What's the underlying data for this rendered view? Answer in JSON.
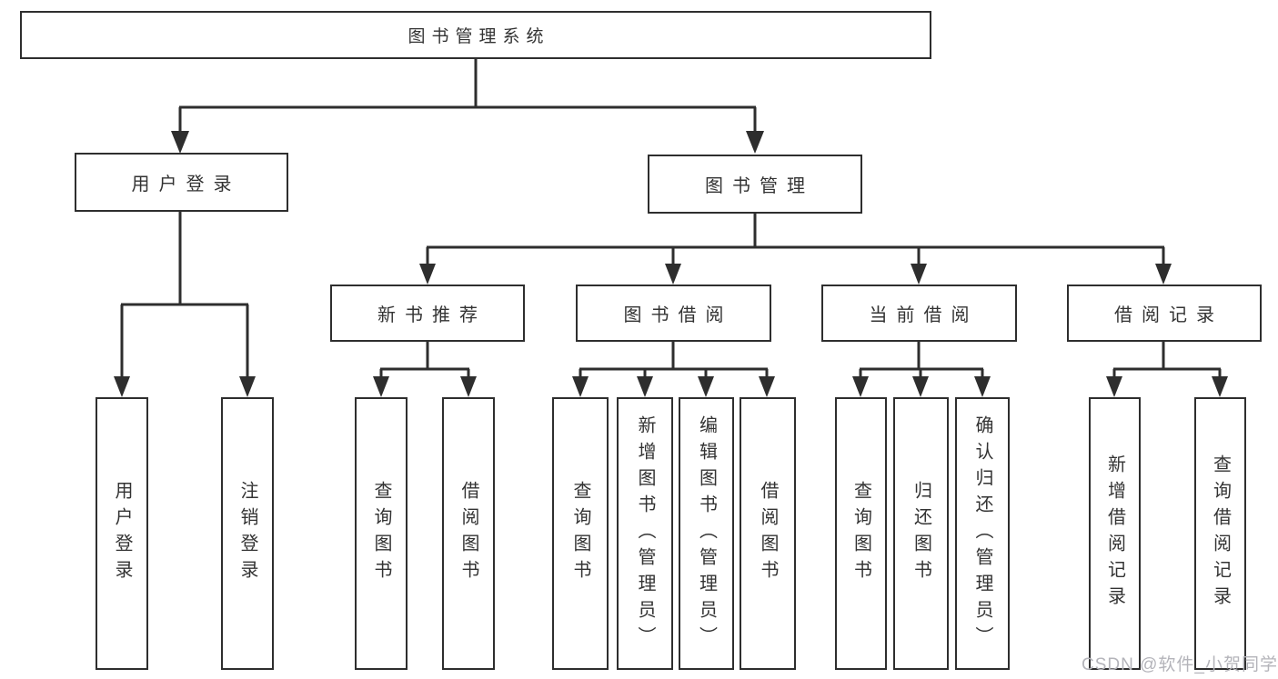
{
  "diagram": {
    "tree": {
      "root": {
        "label": "图书管理系统"
      },
      "branches": [
        {
          "label": "用户登录",
          "children": [
            {
              "label": "用户登录"
            },
            {
              "label": "注销登录"
            }
          ]
        },
        {
          "label": "图书管理",
          "children": [
            {
              "label": "新书推荐",
              "children": [
                {
                  "label": "查询图书"
                },
                {
                  "label": "借阅图书"
                }
              ]
            },
            {
              "label": "图书借阅",
              "children": [
                {
                  "label": "查询图书"
                },
                {
                  "label": "新增图书（管理员）"
                },
                {
                  "label": "编辑图书（管理员）"
                },
                {
                  "label": "借阅图书"
                }
              ]
            },
            {
              "label": "当前借阅",
              "children": [
                {
                  "label": "查询图书"
                },
                {
                  "label": "归还图书"
                },
                {
                  "label": "确认归还（管理员）"
                }
              ]
            },
            {
              "label": "借阅记录",
              "children": [
                {
                  "label": "新增借阅记录"
                },
                {
                  "label": "查询借阅记录"
                }
              ]
            }
          ]
        }
      ]
    }
  },
  "watermark": "CSDN @软件_小贺同学",
  "colors": {
    "line": "#2e2e2e",
    "box_border": "#2e2e2e",
    "box_fill": "#ffffff",
    "text": "#333333",
    "watermark": "#b4b4ba"
  }
}
